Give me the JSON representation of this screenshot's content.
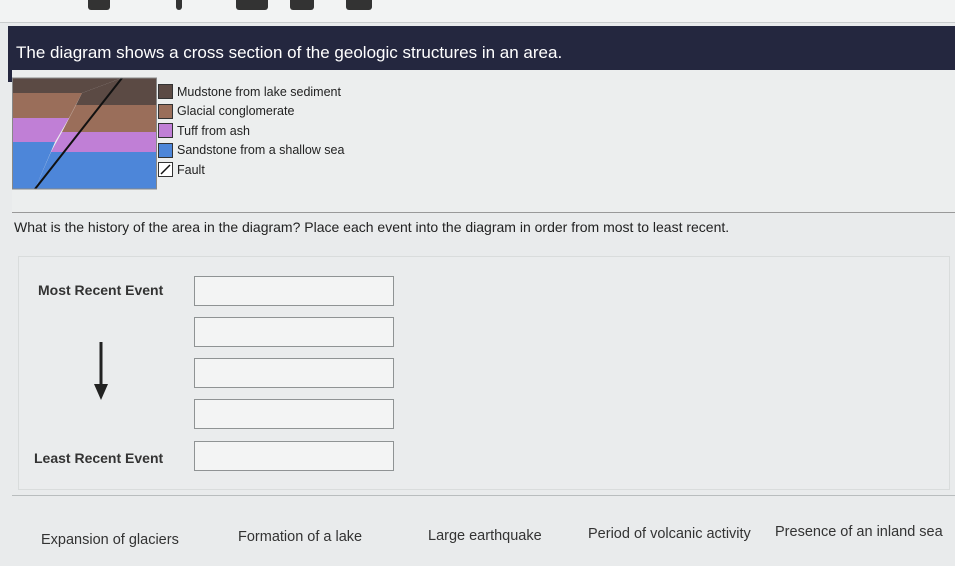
{
  "prompt": "The diagram shows a cross section of the geologic structures in an area.",
  "legend": [
    {
      "label": "Mudstone from lake sediment",
      "color": "#5b4a44"
    },
    {
      "label": "Glacial conglomerate",
      "color": "#9a6e5a"
    },
    {
      "label": "Tuff from ash",
      "color": "#c07fd6"
    },
    {
      "label": "Sandstone from a shallow sea",
      "color": "#4d86d9"
    },
    {
      "label": "Fault",
      "icon": "fault-icon"
    }
  ],
  "question": "What is the history of the area in the diagram? Place each event into the diagram in order from most to least recent.",
  "order": {
    "most_label": "Most Recent Event",
    "least_label": "Least Recent Event"
  },
  "event_bank": [
    "Expansion of glaciers",
    "Formation of a lake",
    "Large earthquake",
    "Period of volcanic activity",
    "Presence of an inland sea"
  ]
}
